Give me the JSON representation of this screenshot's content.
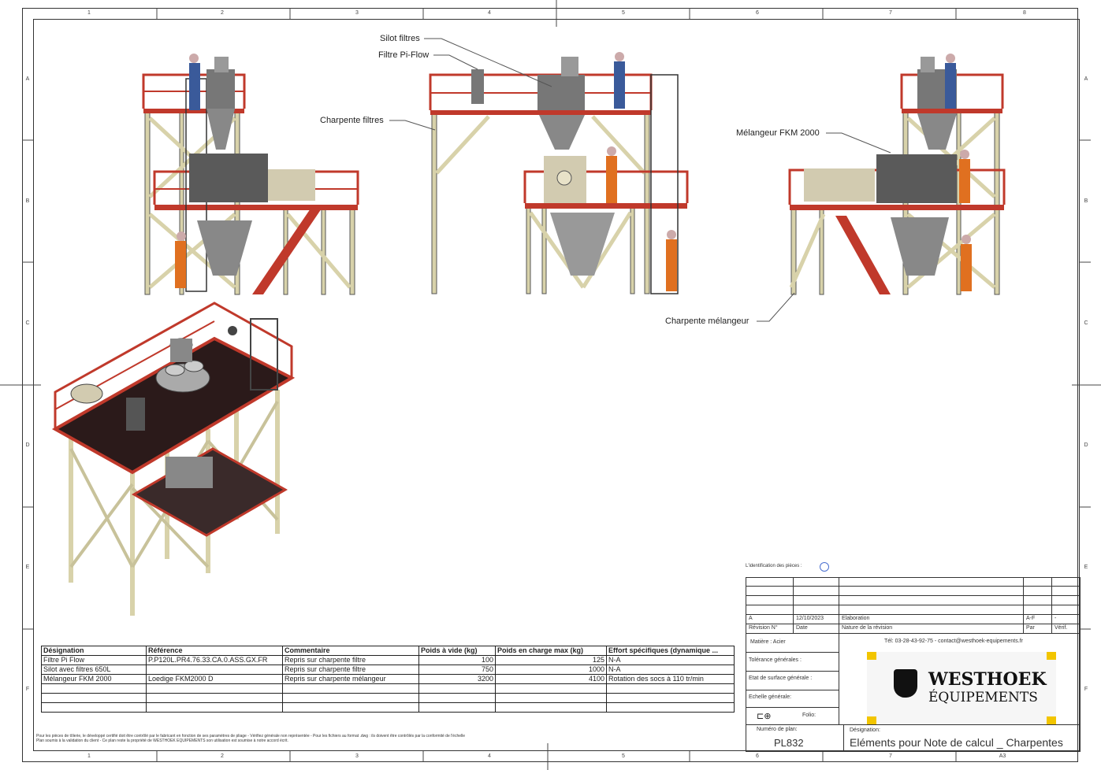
{
  "sheet": {
    "columns": [
      "1",
      "2",
      "3",
      "4",
      "5",
      "6",
      "7",
      "8"
    ],
    "rows": [
      "A",
      "B",
      "C",
      "D",
      "E",
      "F"
    ],
    "corner_ref": "A3"
  },
  "callouts": {
    "silot_filtres": "Silot filtres",
    "filtre_piflow": "Filtre Pi-Flow",
    "charpente_filtres": "Charpente filtres",
    "melangeur": "Mélangeur FKM 2000",
    "charpente_melangeur": "Charpente mélangeur"
  },
  "bom": {
    "headers": [
      "Désignation",
      "Référence",
      "Commentaire",
      "Poids à vide (kg)",
      "Poids en charge max (kg)",
      "Effort spécifiques (dynamique ..."
    ],
    "rows": [
      [
        "Filtre Pi Flow",
        "P.P120L.PR4.76.33.CA.0.ASS.GX.FR",
        "Repris sur charpente filtre",
        "100",
        "125",
        "N-A"
      ],
      [
        "Silot avec filtres    650L",
        "",
        "Repris sur charpente filtre",
        "750",
        "1000",
        "N-A"
      ],
      [
        "Mélangeur FKM 2000",
        "Loedige FKM2000 D",
        "Repris sur charpente mélangeur",
        "3200",
        "4100",
        "Rotation des socs à 110 tr/min"
      ],
      [
        "",
        "",
        "",
        "",
        "",
        ""
      ],
      [
        "",
        "",
        "",
        "",
        "",
        ""
      ],
      [
        "",
        "",
        "",
        "",
        "",
        ""
      ]
    ]
  },
  "notes": {
    "line1": "Pour les pièces de tôlerie, le développé certifié doit être contrôlé par le fabricant en fonction de ses paramètres de pliage - Vérifiez générale non représentée - Pour les fichiers au format .dwg : ils doivent être contrôlés par la conformité de l'échelle",
    "line2": "Plan soumis à la validation du client - Ce plan reste la propriété de WESTHOEK EQUIPEMENTS son utilisation est soumise à notre accord écrit."
  },
  "title_block": {
    "identification_label": "L'identification des pièces :",
    "rev_letter": "A",
    "rev_date": "12/10/2023",
    "rev_nature": "Elaboration",
    "rev_by": "A-F",
    "rev_check": "-",
    "rev_header_num": "Révision N°",
    "rev_header_date": "Date",
    "rev_header_nature": "Nature de la révision",
    "rev_header_by": "Par",
    "rev_header_check": "Vérif.",
    "matiere": "Matière : Acier",
    "contact": "Tél: 03-28-43-92-75 - contact@westhoek-equipements.fr",
    "tolerance": "Tolérance générales :",
    "surface": "Etat de surface générale :",
    "echelle": "Echelle générale:",
    "folio": "Folio:",
    "plan_num_label": "Numéro de plan:",
    "plan_num": "PL832",
    "designation_label": "Désignation:",
    "designation": "Eléments pour Note de calcul _ Charpentes",
    "logo_line1": "WESTHOEK",
    "logo_line2": "ÉQUIPEMENTS"
  },
  "colors": {
    "frame": "#d8d2aa",
    "railing_red": "#c0392b",
    "deck_dark": "#2b1a1a",
    "equipment_grey": "#6b6b6b",
    "logo_yellow": "#f2c500"
  }
}
